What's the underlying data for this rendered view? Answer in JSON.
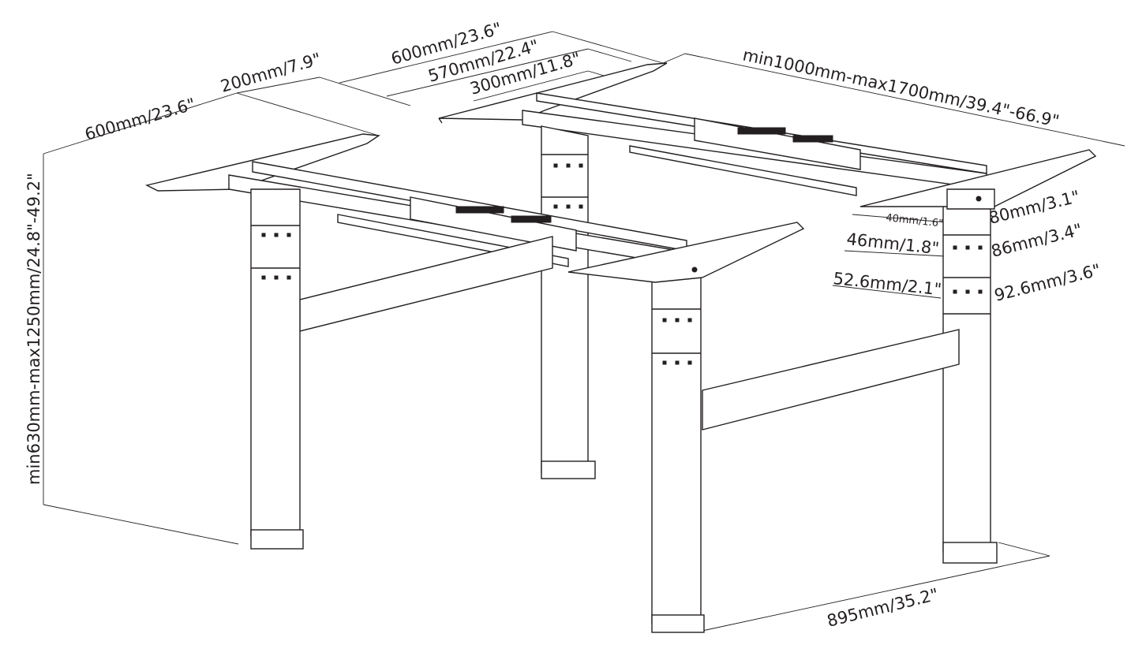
{
  "dimensions": {
    "left_top_depth": "600mm/23.6\"",
    "left_top_offset": "200mm/7.9\"",
    "right_top_depth": "600mm/23.6\"",
    "right_bracket_length": "570mm/22.4\"",
    "right_bracket_inner": "300mm/11.8\"",
    "frame_width": "min1000mm-max1700mm/39.4\"-66.9\"",
    "height_range": "min630mm-max1250mm/24.8\"-49.2\"",
    "column_top_small": "40mm/1.6\"",
    "column_top_large": "80mm/3.1\"",
    "column_mid_small": "46mm/1.8\"",
    "column_mid_large": "86mm/3.4\"",
    "column_bottom_small": "52.6mm/2.1\"",
    "column_bottom_large": "92.6mm/3.6\"",
    "foot_depth": "895mm/35.2\""
  }
}
